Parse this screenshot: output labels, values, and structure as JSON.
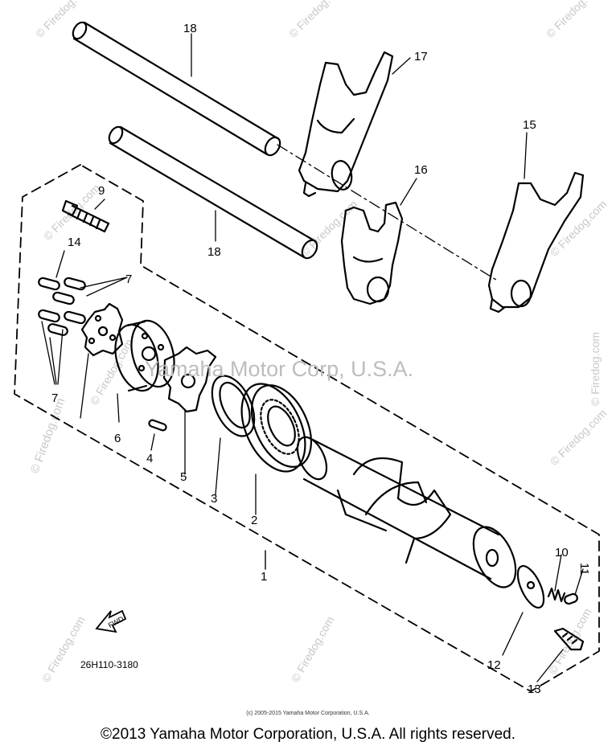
{
  "diagram": {
    "drawing_code": "26H110-3180",
    "fwd_label": "FWD",
    "parts": [
      {
        "id": "1",
        "label": "1"
      },
      {
        "id": "2",
        "label": "2"
      },
      {
        "id": "3",
        "label": "3"
      },
      {
        "id": "4",
        "label": "4"
      },
      {
        "id": "5",
        "label": "5"
      },
      {
        "id": "6",
        "label": "6"
      },
      {
        "id": "7a",
        "label": "7"
      },
      {
        "id": "7b",
        "label": "7"
      },
      {
        "id": "9",
        "label": "9"
      },
      {
        "id": "10",
        "label": "10"
      },
      {
        "id": "11",
        "label": "11"
      },
      {
        "id": "12",
        "label": "12"
      },
      {
        "id": "13",
        "label": "13"
      },
      {
        "id": "14",
        "label": "14"
      },
      {
        "id": "15",
        "label": "15"
      },
      {
        "id": "16",
        "label": "16"
      },
      {
        "id": "17",
        "label": "17"
      },
      {
        "id": "18a",
        "label": "18"
      },
      {
        "id": "18b",
        "label": "18"
      }
    ]
  },
  "watermarks": {
    "center": "Yamaha Motor Corp, U.S.A.",
    "tile": "© Firedog.com"
  },
  "copyright": {
    "small": "(c) 2005-2015 Yamaha Motor Corporation, U.S.A.",
    "main": "©2013 Yamaha Motor Corporation, U.S.A. All rights reserved."
  }
}
